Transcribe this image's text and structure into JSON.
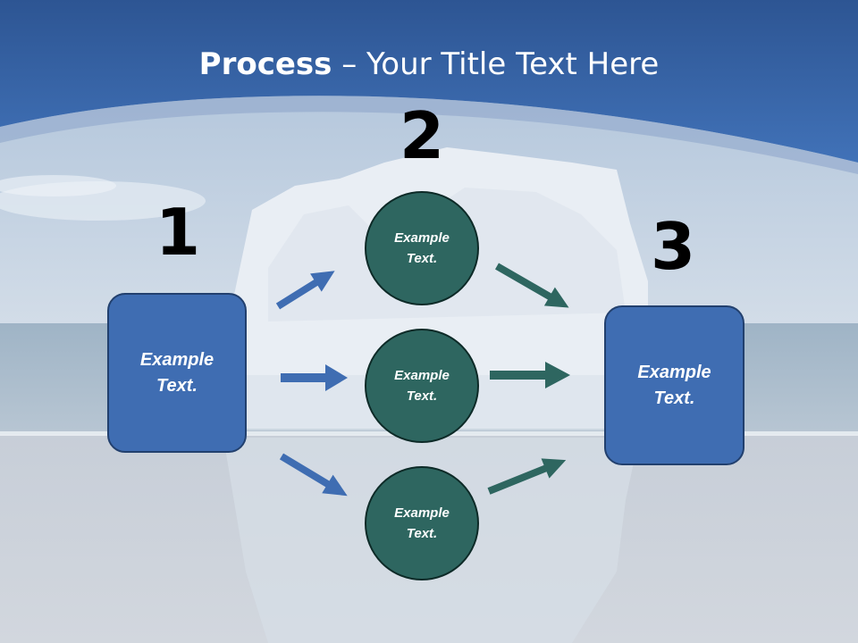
{
  "title": {
    "bold": "Process",
    "separator": " – ",
    "rest": "Your Title Text Here"
  },
  "steps": [
    "1",
    "2",
    "3"
  ],
  "left_box": "Example Text.",
  "right_box": "Example Text.",
  "circles": [
    "Example Text.",
    "Example Text.",
    "Example Text."
  ],
  "colors": {
    "box": "#3f6db2",
    "circle": "#2e6660",
    "arrow_blue": "#3f6db2",
    "arrow_teal": "#2e6660",
    "header": "#3d6db3"
  }
}
